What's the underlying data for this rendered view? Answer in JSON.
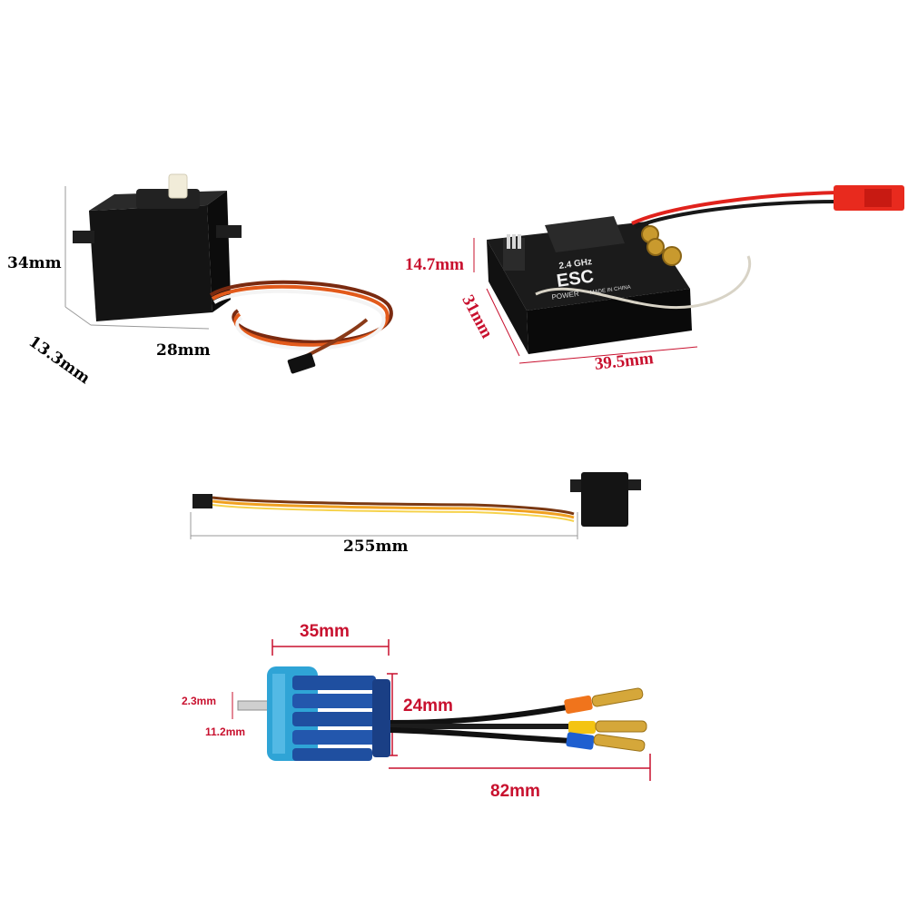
{
  "servo_a": {
    "height": "34mm",
    "depth": "13.3mm",
    "width": "28mm"
  },
  "esc": {
    "height": "14.7mm",
    "depth": "31mm",
    "width": "39.5mm",
    "label_freq": "2.4 GHz",
    "label_esc": "ESC",
    "label_power": "POWER",
    "label_made": "MADE IN CHINA"
  },
  "servo_b": {
    "cable_length": "255mm"
  },
  "motor": {
    "length": "35mm",
    "diameter": "24mm",
    "shaft_diameter": "2.3mm",
    "shaft_length": "11.2mm",
    "wire_length": "82mm"
  },
  "colors": {
    "dim_red": "#c8102e",
    "motor_blue": "#2fa4d6",
    "heatsink_blue": "#1f4fa0"
  }
}
